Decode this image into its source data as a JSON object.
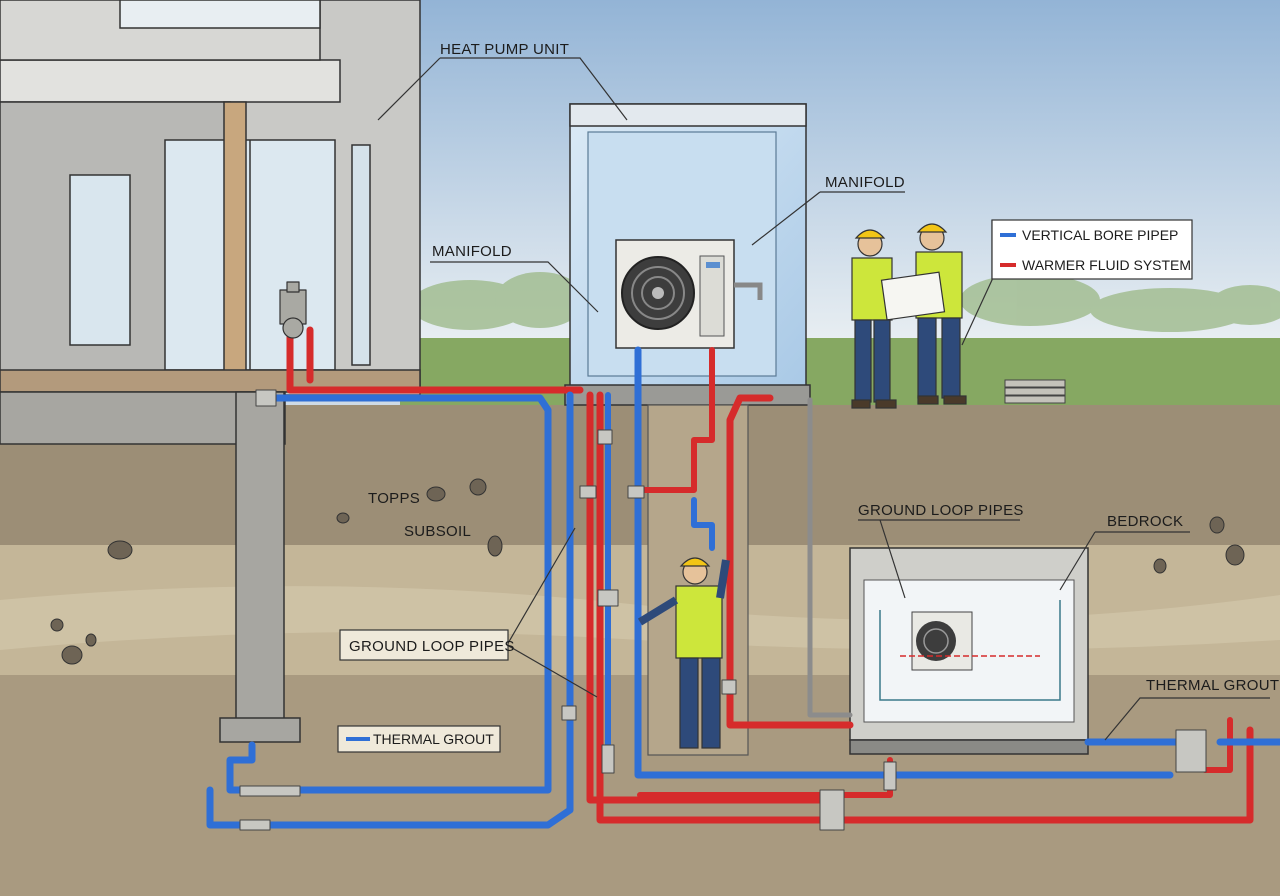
{
  "labels": {
    "heat_pump_unit": "HEAT PUMP UNIT",
    "manifold_left": "MANIFOLD",
    "manifold_right": "MANIFOLD",
    "topsoil": "TOPPS",
    "subsoil": "SUBSOIL",
    "ground_loop_pipes_left": "GROUND LOOP PIPES",
    "ground_loop_pipes_right": "GROUND LOOP PIPES",
    "bedrock": "BEDROCK",
    "thermal_grout_right": "THERMAL GROUT"
  },
  "legend": {
    "blue_item": "VERTICAL BORE PIPEP",
    "red_item": "WARMER FLUID SYSTEM"
  },
  "bottom_legend": {
    "blue_item": "THERMAL GROUT"
  },
  "colors": {
    "cold_pipe": "#2f6fd6",
    "warm_pipe": "#d62b2b",
    "sky": "#b9cfe2",
    "grass": "#7fa05a",
    "soil": "#a89a82"
  }
}
